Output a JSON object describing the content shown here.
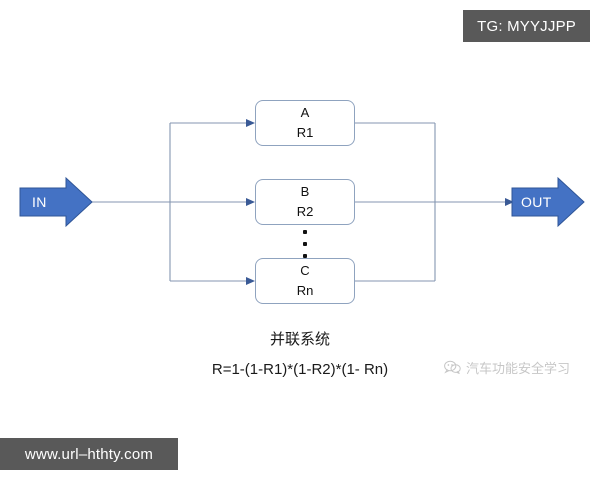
{
  "tags": {
    "top_right": "TG: MYYJJPP",
    "bottom_left": "www.url–hthty.com"
  },
  "diagram": {
    "input_label": "IN",
    "output_label": "OUT",
    "ellipsis_symbol": "⋮",
    "blocks": [
      {
        "id": "A",
        "title": "A",
        "reliability": "R1"
      },
      {
        "id": "B",
        "title": "B",
        "reliability": "R2"
      },
      {
        "id": "C",
        "title": "C",
        "reliability": "Rn"
      }
    ],
    "colors": {
      "arrow_fill": "#4472C4",
      "arrow_stroke": "#2F5597",
      "box_border": "#8FA3BF",
      "connector": "#8496B0",
      "tag_background": "#595959"
    }
  },
  "caption": {
    "title": "并联系统",
    "formula": "R=1-(1-R1)*(1-R2)*(1- Rn)"
  },
  "watermark": {
    "icon": "wechat-icon",
    "text": "汽车功能安全学习"
  }
}
